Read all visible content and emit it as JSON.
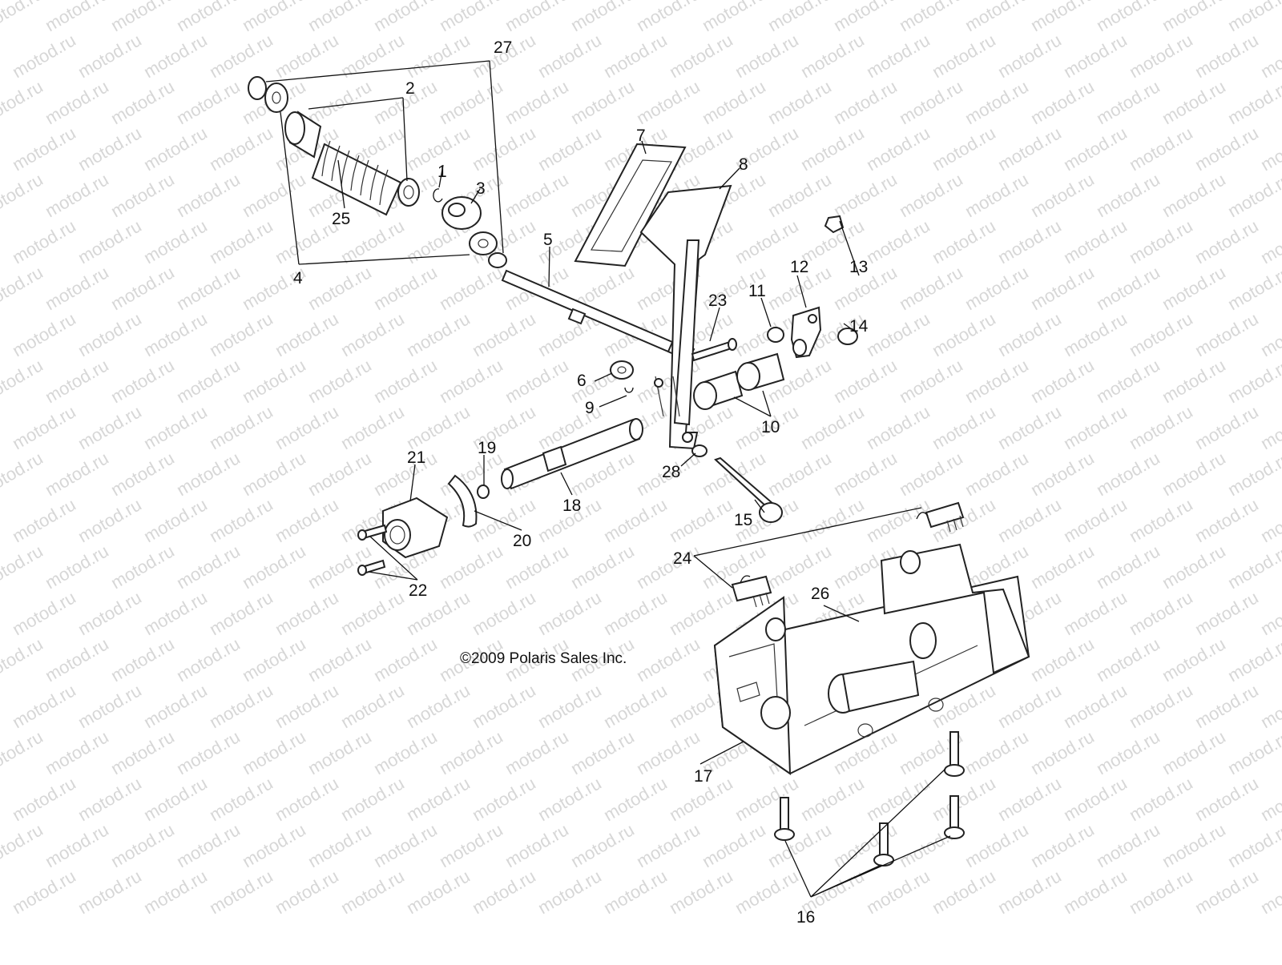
{
  "watermark": {
    "text": "motod.ru"
  },
  "copyright": "©2009 Polaris Sales Inc.",
  "callouts": [
    "1",
    "2",
    "3",
    "4",
    "5",
    "6",
    "7",
    "8",
    "9",
    "10",
    "11",
    "12",
    "13",
    "14",
    "15",
    "16",
    "17",
    "18",
    "19",
    "20",
    "21",
    "22",
    "23",
    "24",
    "25",
    "26",
    "27",
    "28"
  ],
  "colors": {
    "line": "#222222",
    "watermark": "#d7d7d7",
    "background": "#ffffff"
  }
}
